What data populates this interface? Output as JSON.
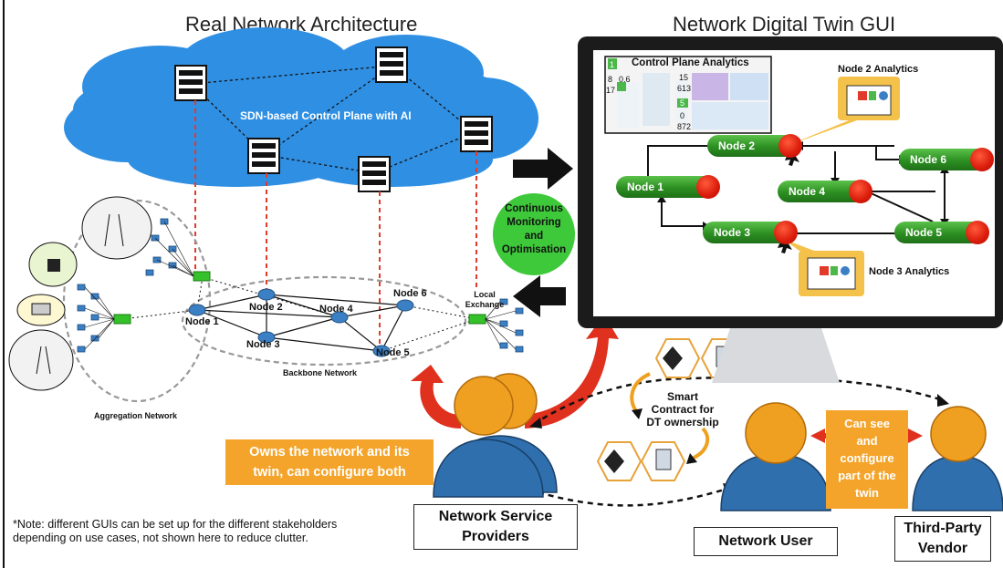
{
  "titles": {
    "left": "Real Network Architecture",
    "right": "Network Digital Twin GUI"
  },
  "cloud": {
    "label": "SDN-based Control Plane with AI"
  },
  "network": {
    "nodes": [
      "Node 1",
      "Node 2",
      "Node 3",
      "Node 4",
      "Node 5",
      "Node 6"
    ],
    "local_exchange": "Local Exchange",
    "backbone": "Backbone Network",
    "aggregation": "Aggregation Network"
  },
  "monitoring": {
    "line1": "Continuous",
    "line2": "Monitoring",
    "line3": "and",
    "line4": "Optimisation"
  },
  "gui": {
    "control_plane": "Control Plane Analytics",
    "node2_analytics": "Node 2 Analytics",
    "node3_analytics": "Node 3 Analytics",
    "twin_nodes": [
      "Node 1",
      "Node 2",
      "Node 3",
      "Node 4",
      "Node 5",
      "Node 6"
    ],
    "dash_numbers": [
      "1",
      "8",
      "17",
      "0.6",
      "15",
      "613",
      "5",
      "0",
      "872"
    ]
  },
  "smart_contract": {
    "line1": "Smart",
    "line2": "Contract for",
    "line3": "DT ownership"
  },
  "stakeholders": {
    "provider_note_1": "Owns the network and its",
    "provider_note_2": "twin, can configure both",
    "provider_label_1": "Network Service",
    "provider_label_2": "Providers",
    "user_label": "Network User",
    "vendor_label_1": "Third-Party",
    "vendor_label_2": "Vendor",
    "vendor_note": [
      "Can see",
      "and",
      "configure",
      "part of the",
      "twin"
    ]
  },
  "footnote": "*Note: different GUIs can be set up for the different stakeholders depending on use cases, not shown here to reduce clutter.",
  "colors": {
    "cloud": "#2f8fe3",
    "accent_orange": "#f4a42a",
    "node_green": "#2c8f22",
    "node_red": "#d91a0a",
    "arrow_red": "#e0301e",
    "link_red": "#e23a2a",
    "switch_green": "#35c12a",
    "router_blue": "#3b7fc4",
    "person_orange": "#f0a020",
    "person_blue": "#2f6fae"
  }
}
